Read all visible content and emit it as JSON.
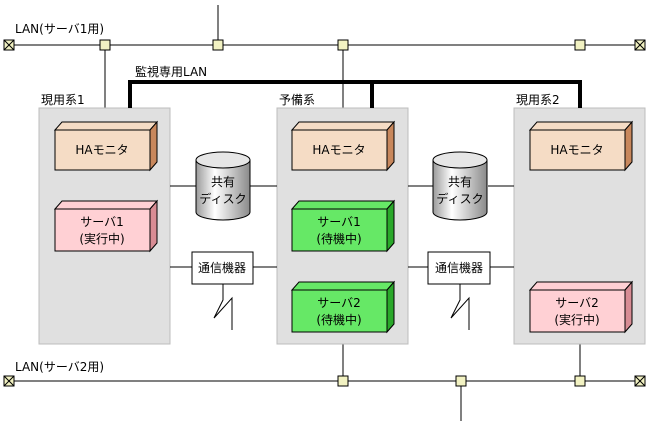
{
  "lan1": {
    "label": "LAN(サーバ1用)"
  },
  "lan2": {
    "label": "LAN(サーバ2用)"
  },
  "monitor_lan": {
    "label": "監視専用LAN"
  },
  "systems": {
    "left": {
      "label": "現用系1"
    },
    "center": {
      "label": "予備系"
    },
    "right": {
      "label": "現用系2"
    }
  },
  "ha_monitor": {
    "label": "HAモニタ"
  },
  "servers": {
    "left_server1": {
      "line1": "サーバ1",
      "line2": "(実行中)"
    },
    "center_server1": {
      "line1": "サーバ1",
      "line2": "(待機中)"
    },
    "center_server2": {
      "line1": "サーバ2",
      "line2": "(待機中)"
    },
    "right_server2": {
      "line1": "サーバ2",
      "line2": "(実行中)"
    }
  },
  "shared_disk": {
    "line1": "共有",
    "line2": "ディスク"
  },
  "comm_device": {
    "label": "通信機器"
  },
  "colors": {
    "system_bg": "#e0e0e0",
    "ha_front": "#f5dcc5",
    "ha_side": "#c8875c",
    "running_front": "#ffd0d4",
    "running_side": "#d88c94",
    "standby_front": "#66e866",
    "standby_side": "#2aa82a",
    "connector": "#f2f2c2"
  }
}
